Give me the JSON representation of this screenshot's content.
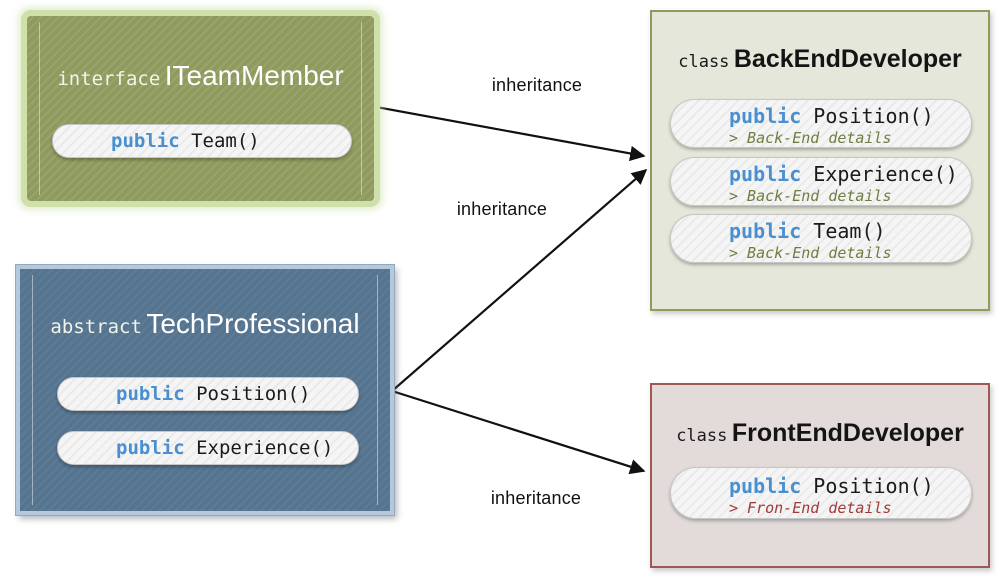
{
  "nodes": {
    "iteammember": {
      "keyword": "interface",
      "name": "ITeamMember",
      "methods": {
        "team": {
          "visibility": "public",
          "signature": "Team()"
        }
      }
    },
    "techprofessional": {
      "keyword": "abstract",
      "name": "TechProfessional",
      "methods": {
        "position": {
          "visibility": "public",
          "signature": "Position()"
        },
        "experience": {
          "visibility": "public",
          "signature": "Experience()"
        }
      }
    },
    "backenddeveloper": {
      "keyword": "class",
      "name": "BackEndDeveloper",
      "methods": {
        "position": {
          "visibility": "public",
          "signature": "Position()",
          "detail": "> Back-End details"
        },
        "experience": {
          "visibility": "public",
          "signature": "Experience()",
          "detail": "> Back-End details"
        },
        "team": {
          "visibility": "public",
          "signature": "Team()",
          "detail": "> Back-End details"
        }
      }
    },
    "frontenddeveloper": {
      "keyword": "class",
      "name": "FrontEndDeveloper",
      "methods": {
        "position": {
          "visibility": "public",
          "signature": "Position()",
          "detail": "> Fron-End details"
        }
      }
    }
  },
  "edges": {
    "iteammember_to_backenddeveloper": {
      "label": "inheritance"
    },
    "techprofessional_to_backenddeveloper": {
      "label": "inheritance"
    },
    "techprofessional_to_frontenddeveloper": {
      "label": "inheritance"
    }
  },
  "colors": {
    "interface_fill": "#8f9a5f",
    "interface_glow": "#cfe0aa",
    "abstract_fill": "#557490",
    "abstract_border": "#b4c9db",
    "backend_fill": "#e4e7d9",
    "backend_border": "#8f9c5b",
    "frontend_fill": "#e2dbda",
    "frontend_border": "#9e5955",
    "pill_fill": "#f4f4f4",
    "keyword_public": "#4a90d0",
    "code_text": "#1b1b1b",
    "backend_detail_text": "#6d7e41",
    "frontend_detail_text": "#a03b3a",
    "arrow": "#111111"
  }
}
